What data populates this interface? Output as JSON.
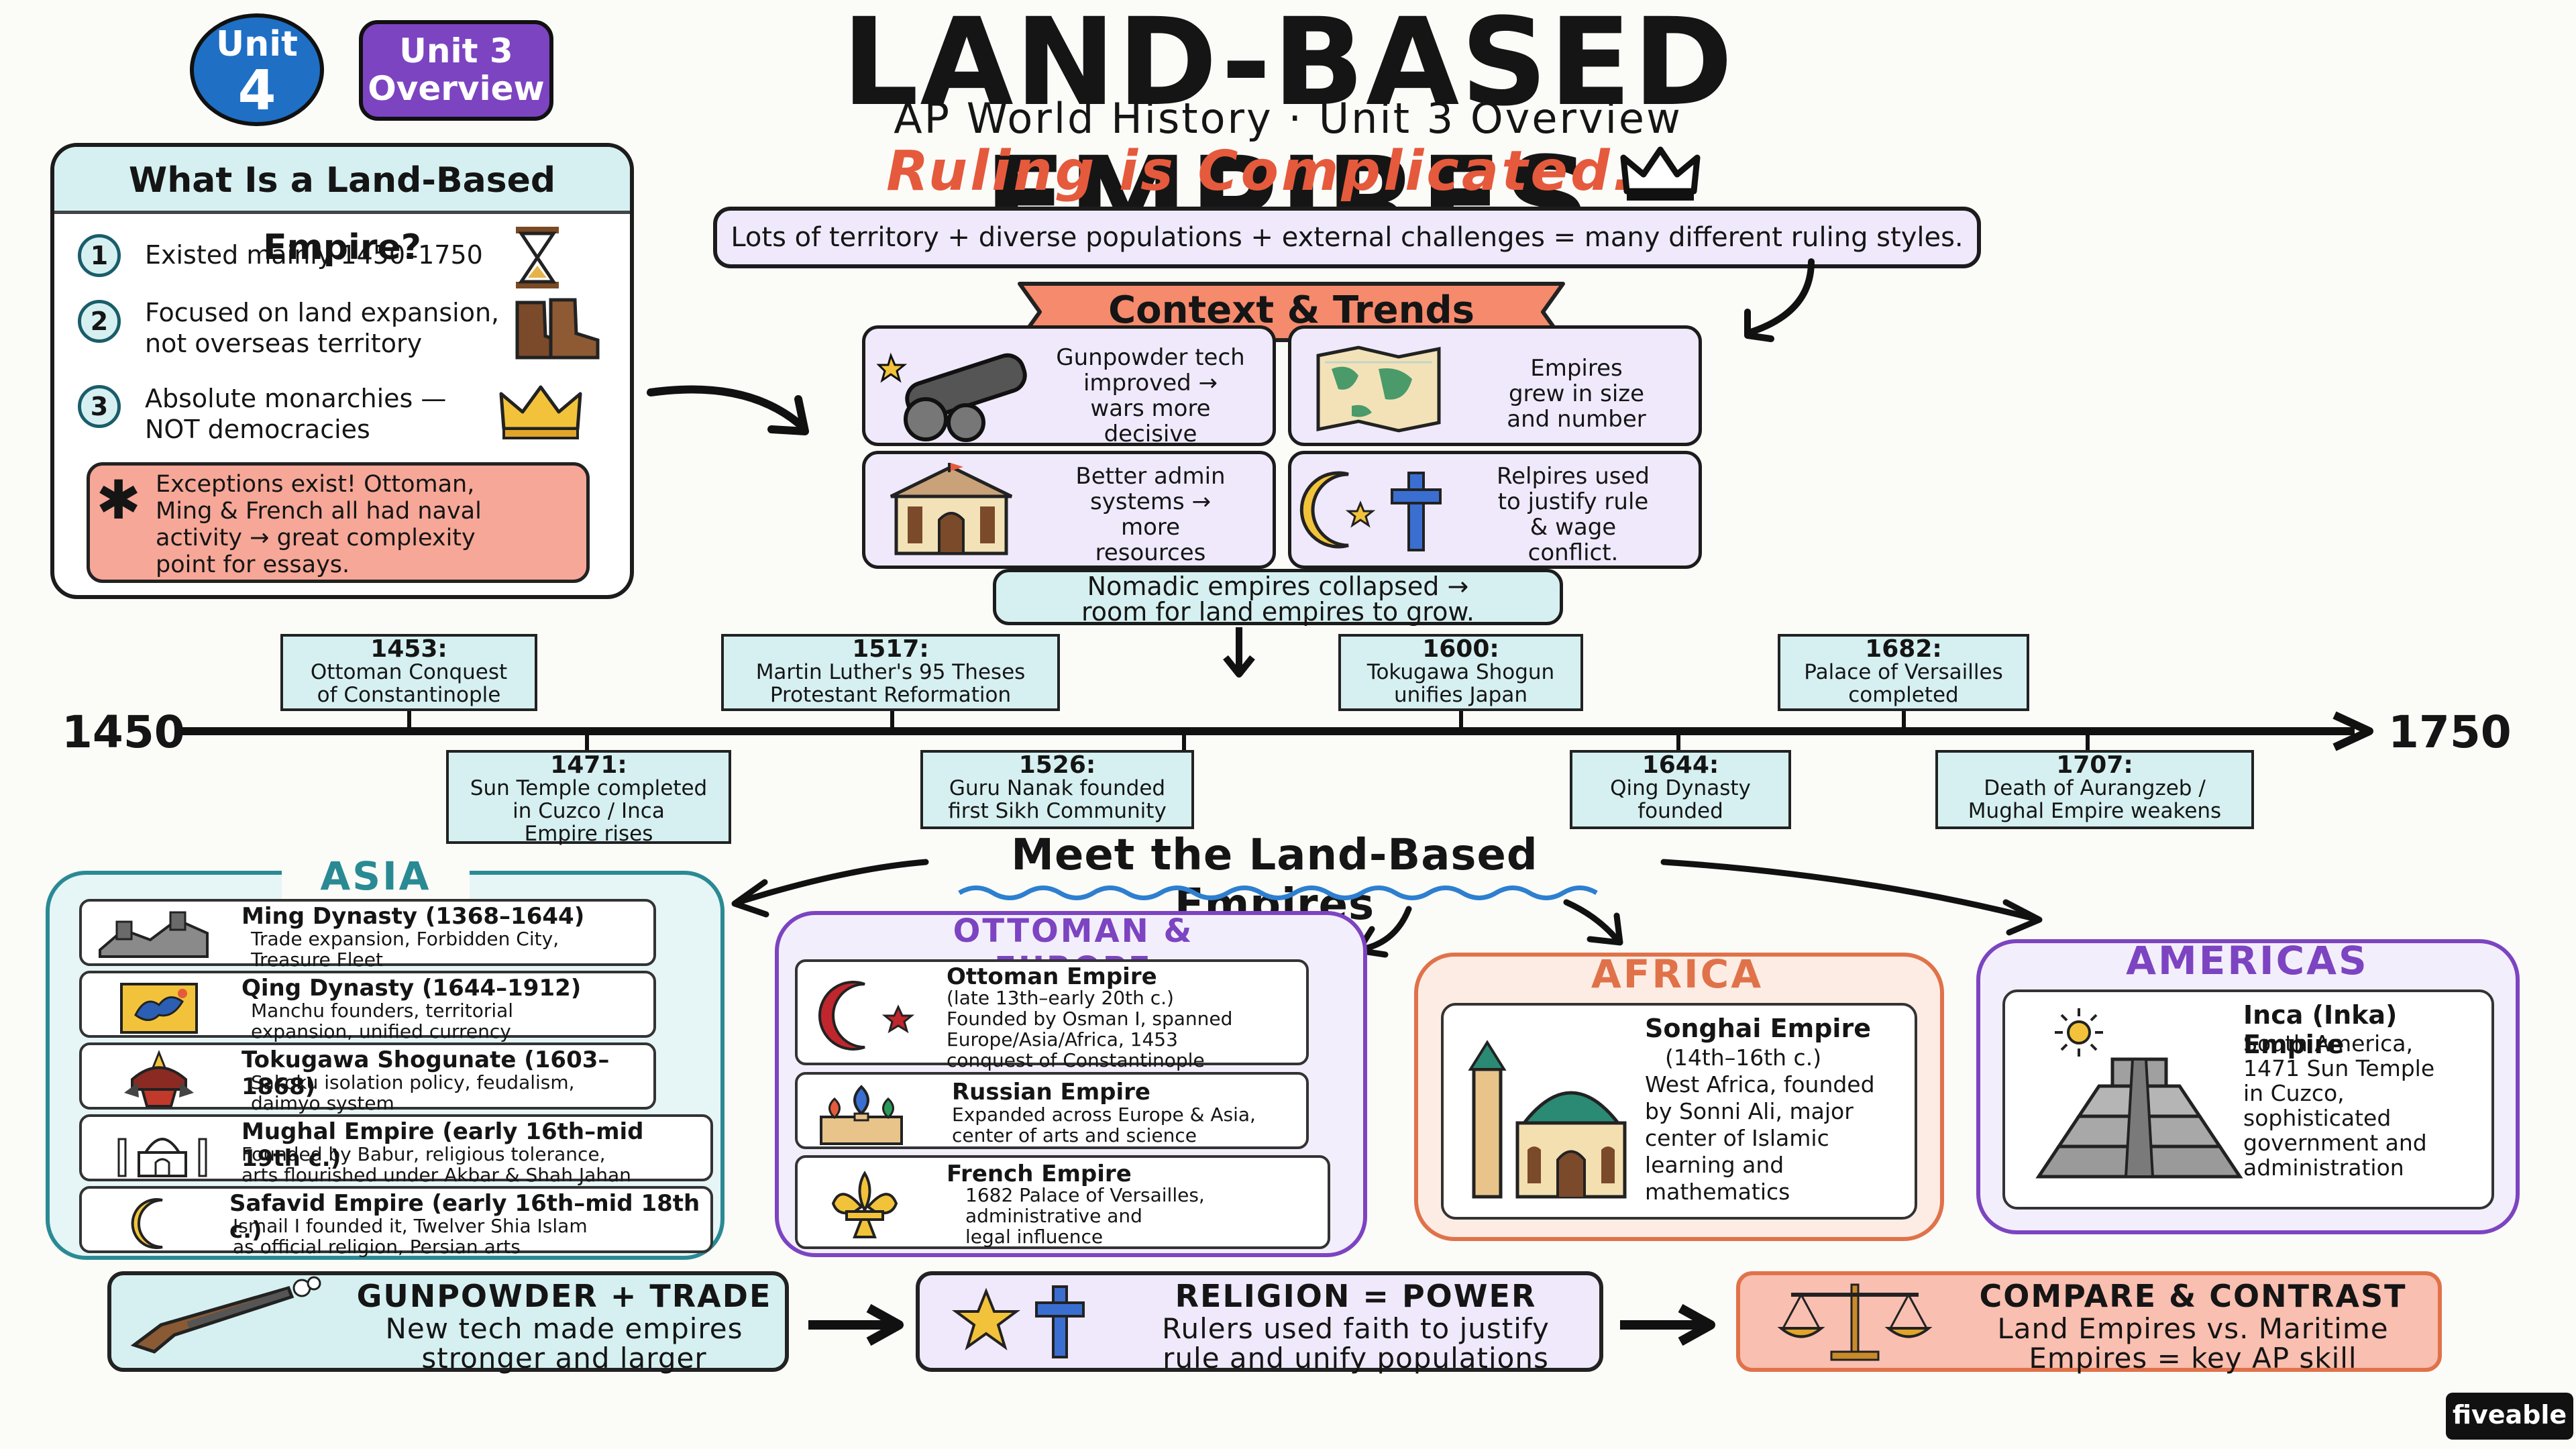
{
  "badges": {
    "unit4_a": "Unit",
    "unit4_b": "4",
    "unit3_a": "Unit 3",
    "unit3_b": "Overview"
  },
  "header": {
    "title": "LAND-BASED EMPIRES",
    "subtitle": "AP World History · Unit 3 Overview",
    "tagline": "Ruling is Complicated.",
    "formula": "Lots of territory + diverse populations + external challenges = many different ruling styles."
  },
  "what_is": {
    "title": "What Is a Land-Based Empire?",
    "items": [
      {
        "num": "1",
        "lines": [
          "Existed mainly 1450–1750"
        ]
      },
      {
        "num": "2",
        "lines": [
          "Focused on land expansion,",
          "not overseas territory"
        ]
      },
      {
        "num": "3",
        "lines": [
          "Absolute monarchies —",
          "NOT democracies"
        ]
      }
    ],
    "exception_lines": [
      "Exceptions exist! Ottoman,",
      "Ming & French all had naval",
      "activity → great complexity",
      "point for essays."
    ]
  },
  "context": {
    "title": "Context & Trends",
    "cards": [
      {
        "lines": [
          "Gunpowder tech",
          "improved →",
          "wars more",
          "decisive"
        ]
      },
      {
        "lines": [
          "Empires",
          "grew in size",
          "and number"
        ]
      },
      {
        "lines": [
          "Better admin",
          "systems →",
          "more",
          "resources"
        ]
      },
      {
        "lines": [
          "Relpires used",
          "to justify rule",
          "& wage",
          "conflict."
        ]
      }
    ],
    "nomadic_lines": [
      "Nomadic empires collapsed →",
      "room for land empires to grow."
    ]
  },
  "timeline": {
    "start": "1450",
    "end": "1750",
    "top": [
      {
        "year": "1453:",
        "lines": [
          "Ottoman Conquest",
          "of Constantinople"
        ]
      },
      {
        "year": "1517:",
        "lines": [
          "Martin Luther's 95 Theses",
          "Protestant Reformation"
        ]
      },
      {
        "year": "1600:",
        "lines": [
          "Tokugawa Shogun",
          "unifies Japan"
        ]
      },
      {
        "year": "1682:",
        "lines": [
          "Palace of Versailles",
          "completed"
        ]
      }
    ],
    "bottom": [
      {
        "year": "1471:",
        "lines": [
          "Sun Temple completed",
          "in Cuzco / Inca",
          "Empire rises"
        ]
      },
      {
        "year": "1526:",
        "lines": [
          "Guru Nanak founded",
          "first Sikh Community"
        ]
      },
      {
        "year": "1644:",
        "lines": [
          "Qing Dynasty",
          "founded"
        ]
      },
      {
        "year": "1707:",
        "lines": [
          "Death of Aurangzeb /",
          "Mughal Empire weakens"
        ]
      }
    ]
  },
  "meet": "Meet the Land-Based Empires",
  "asia": {
    "title": "ASIA",
    "rows": [
      {
        "name": "Ming Dynasty (1368–1644)",
        "lines": [
          "Trade expansion, Forbidden City,",
          "Treasure Fleet"
        ]
      },
      {
        "name": "Qing Dynasty (1644–1912)",
        "lines": [
          "Manchu founders, territorial",
          "expansion, unified currency"
        ]
      },
      {
        "name": "Tokugawa Shogunate (1603–1868)",
        "lines": [
          "Sakoku isolation policy, feudalism,",
          "daimyo system"
        ]
      },
      {
        "name": "Mughal Empire (early 16th–mid 19th c.)",
        "lines": [
          "Founded by Babur, religious tolerance,",
          "arts flourished under Akbar & Shah Jahan"
        ]
      },
      {
        "name": "Safavid Empire (early 16th–mid 18th c.)",
        "lines": [
          "Ismail I founded it, Twelver Shia Islam",
          "as official religion, Persian arts"
        ]
      }
    ]
  },
  "ottoman": {
    "title": "OTTOMAN & EUROPE",
    "rows": [
      {
        "name": "Ottoman Empire",
        "lines": [
          "(late 13th–early 20th c.)",
          "Founded by Osman I, spanned",
          "Europe/Asia/Africa, 1453",
          "conquest of Constantinople"
        ]
      },
      {
        "name": "Russian Empire",
        "lines": [
          "Expanded across Europe & Asia,",
          "center of arts and science"
        ]
      },
      {
        "name": "French Empire",
        "lines": [
          "1682 Palace of Versailles,",
          "administrative and",
          "legal influence"
        ]
      }
    ]
  },
  "africa": {
    "title": "AFRICA",
    "name": "Songhai Empire",
    "lines": [
      "(14th–16th c.)",
      "West Africa, founded",
      "by Sonni Ali, major",
      "center of Islamic",
      "learning and",
      "mathematics"
    ]
  },
  "americas": {
    "title": "AMERICAS",
    "name": "Inca (Inka) Empire",
    "lines": [
      "South America,",
      "1471 Sun Temple",
      "in Cuzco,",
      "sophisticated",
      "government and",
      "administration"
    ]
  },
  "bottom": [
    {
      "title": "GUNPOWDER + TRADE",
      "lines": [
        "New tech made empires",
        "stronger and larger"
      ]
    },
    {
      "title": "RELIGION = POWER",
      "lines": [
        "Rulers used faith to justify",
        "rule and unify populations"
      ]
    },
    {
      "title": "COMPARE & CONTRAST",
      "lines": [
        "Land Empires vs. Maritime",
        "Empires = key AP skill"
      ]
    }
  ],
  "logo": "fiveable",
  "colors": {
    "teal_fill": "#d6f0f1",
    "purple_fill": "#efe9fb",
    "salmon": "#f6a797",
    "asia": "#2a8a94",
    "ottoman": "#7c44c1",
    "africa": "#e0724a",
    "americas": "#7c44c1",
    "accent_red": "#e55a3c",
    "unit4_blue": "#1f6fc4"
  }
}
